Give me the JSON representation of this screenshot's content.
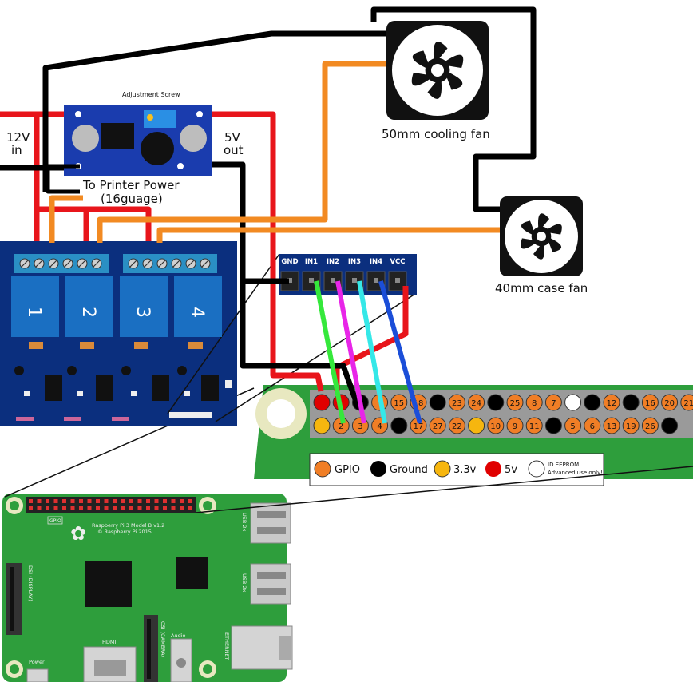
{
  "buck": {
    "adjust_label": "Adjustment Screw",
    "in_top": "12V",
    "in_bot": "in",
    "out_top": "5V",
    "out_bot": "out"
  },
  "printer_power": {
    "line1": "To Printer Power",
    "line2": "(16guage)"
  },
  "fans": {
    "cooling": "50mm cooling fan",
    "case": "40mm case fan"
  },
  "relay": {
    "labels": [
      "1",
      "2",
      "3",
      "4"
    ],
    "header_pins": [
      "GND",
      "IN1",
      "IN2",
      "IN3",
      "IN4",
      "VCC"
    ]
  },
  "gpio_header": {
    "top_row": [
      "",
      "",
      "",
      "",
      "15",
      "18",
      "",
      "23",
      "24",
      "",
      "25",
      "8",
      "7",
      "",
      "",
      "12",
      "",
      "16",
      "20",
      "21"
    ],
    "bottom_row": [
      "",
      "2",
      "3",
      "4",
      "",
      "17",
      "27",
      "22",
      "",
      "10",
      "9",
      "11",
      "",
      "5",
      "6",
      "13",
      "19",
      "26",
      ""
    ]
  },
  "legend": [
    {
      "label": "GPIO",
      "color": "#f07e26"
    },
    {
      "label": "Ground",
      "color": "#000000"
    },
    {
      "label": "3.3v",
      "color": "#f6b60f"
    },
    {
      "label": "5v",
      "color": "#e00000"
    },
    {
      "label": "ID EEPROM",
      "sub": "Advanced use only!",
      "color": "#ffffff"
    }
  ],
  "pi": {
    "model": "Raspberry Pi 3 Model B v1.2",
    "copyright": "© Raspberry Pi 2015",
    "gpio_tag": "GPIO",
    "usb1": "USB 2x",
    "usb2": "USB 2x",
    "dsi": "DSI (DISPLAY)",
    "csi": "CSI (CAMERA)",
    "hdmi": "HDMI",
    "audio": "Audio",
    "ethernet": "ETHERNET",
    "power": "Power"
  },
  "colors": {
    "wire_red": "#e8151b",
    "wire_black": "#000000",
    "wire_orange": "#f28a22",
    "relay_blue": "#1a5fb4",
    "pi_green": "#2e9e3c",
    "board_blue": "#0b2f7e"
  }
}
